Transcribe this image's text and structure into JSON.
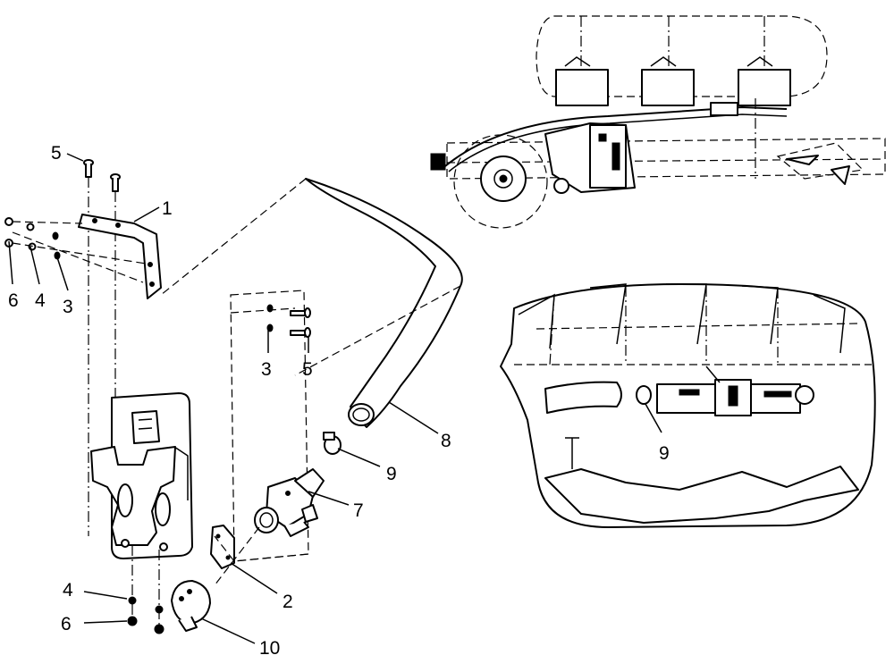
{
  "callouts": {
    "c1": "1",
    "c2": "2",
    "c3_left": "3",
    "c3_right": "3",
    "c4_top": "4",
    "c4_bottom": "4",
    "c5_top": "5",
    "c5_right": "5",
    "c6_top": "6",
    "c6_bottom": "6",
    "c7": "7",
    "c8": "8",
    "c9": "9",
    "c9_inset": "9",
    "c10": "10"
  }
}
